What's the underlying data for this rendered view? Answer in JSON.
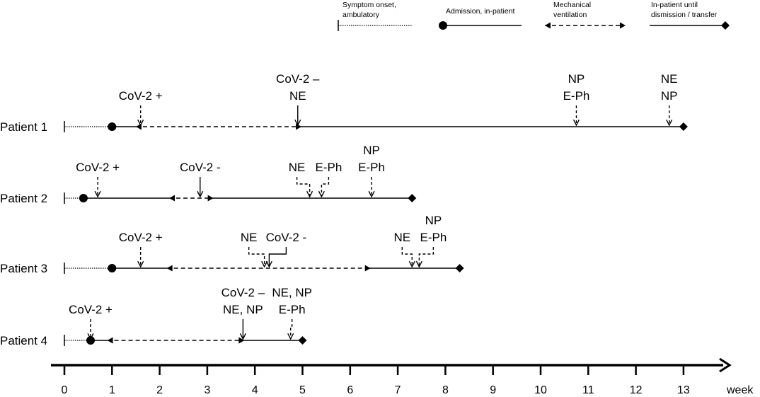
{
  "legend": {
    "symptom_onset": [
      "Symptom onset,",
      "ambulatory"
    ],
    "admission": "Admission, in-patient",
    "mechanical_ventilation": [
      "Mechanical",
      "ventilation"
    ],
    "inpatient_until": [
      "In-patient until",
      "dismission / transfer"
    ]
  },
  "axis": {
    "ticks": [
      0,
      1,
      2,
      3,
      4,
      5,
      6,
      7,
      8,
      9,
      10,
      11,
      12,
      13
    ],
    "unit": "week"
  },
  "patients": [
    {
      "name": "Patient 1",
      "start": 0,
      "admission": 1.0,
      "vent_start": 1.5,
      "vent_end": 4.95,
      "end": 13.0,
      "events": [
        {
          "week": 1.6,
          "style": "dashed",
          "lines": [
            "CoV-2 +"
          ]
        },
        {
          "week": 4.9,
          "style": "solid",
          "lines": [
            "CoV-2 –",
            "NE"
          ]
        },
        {
          "week": 10.75,
          "style": "dashed",
          "lines": [
            "NP",
            "E-Ph"
          ]
        },
        {
          "week": 12.7,
          "style": "dashed",
          "lines": [
            "NE",
            "NP"
          ]
        }
      ]
    },
    {
      "name": "Patient 2",
      "start": 0,
      "admission": 0.4,
      "vent_start": 2.2,
      "vent_end": 3.1,
      "end": 7.3,
      "events": [
        {
          "week": 0.7,
          "style": "dashed",
          "lines": [
            "CoV-2 +"
          ]
        },
        {
          "week": 2.85,
          "style": "solid",
          "lines": [
            "CoV-2 -"
          ]
        },
        {
          "week": 5.15,
          "style": "dashed",
          "lines": [
            "NE"
          ]
        },
        {
          "week": 5.4,
          "style": "dashed",
          "lines": [
            "E-Ph"
          ]
        },
        {
          "week": 6.45,
          "style": "dashed",
          "lines": [
            "NP",
            "E-Ph"
          ]
        }
      ]
    },
    {
      "name": "Patient 3",
      "start": 0,
      "admission": 1.0,
      "vent_start": 2.15,
      "vent_end": 6.4,
      "end": 8.3,
      "events": [
        {
          "week": 1.6,
          "style": "dashed",
          "lines": [
            "CoV-2 +"
          ]
        },
        {
          "week": 4.2,
          "style": "dashed",
          "lines": [
            "NE"
          ]
        },
        {
          "week": 4.3,
          "style": "solid",
          "lines": [
            "CoV-2 -"
          ]
        },
        {
          "week": 7.3,
          "style": "dashed",
          "lines": [
            "NE"
          ]
        },
        {
          "week": 7.45,
          "style": "dashed",
          "lines": [
            "NP",
            "E-Ph"
          ]
        }
      ]
    },
    {
      "name": "Patient 4",
      "start": 0,
      "admission": 0.55,
      "vent_start": 0.9,
      "vent_end": 3.75,
      "end": 5.0,
      "events": [
        {
          "week": 0.55,
          "style": "dashed",
          "lines": [
            "CoV-2 +"
          ]
        },
        {
          "week": 3.75,
          "style": "solid",
          "lines": [
            "CoV-2 –",
            "NE, NP"
          ]
        },
        {
          "week": 4.75,
          "style": "dashed",
          "lines": [
            "NE, NP",
            "E-Ph"
          ]
        }
      ]
    }
  ]
}
